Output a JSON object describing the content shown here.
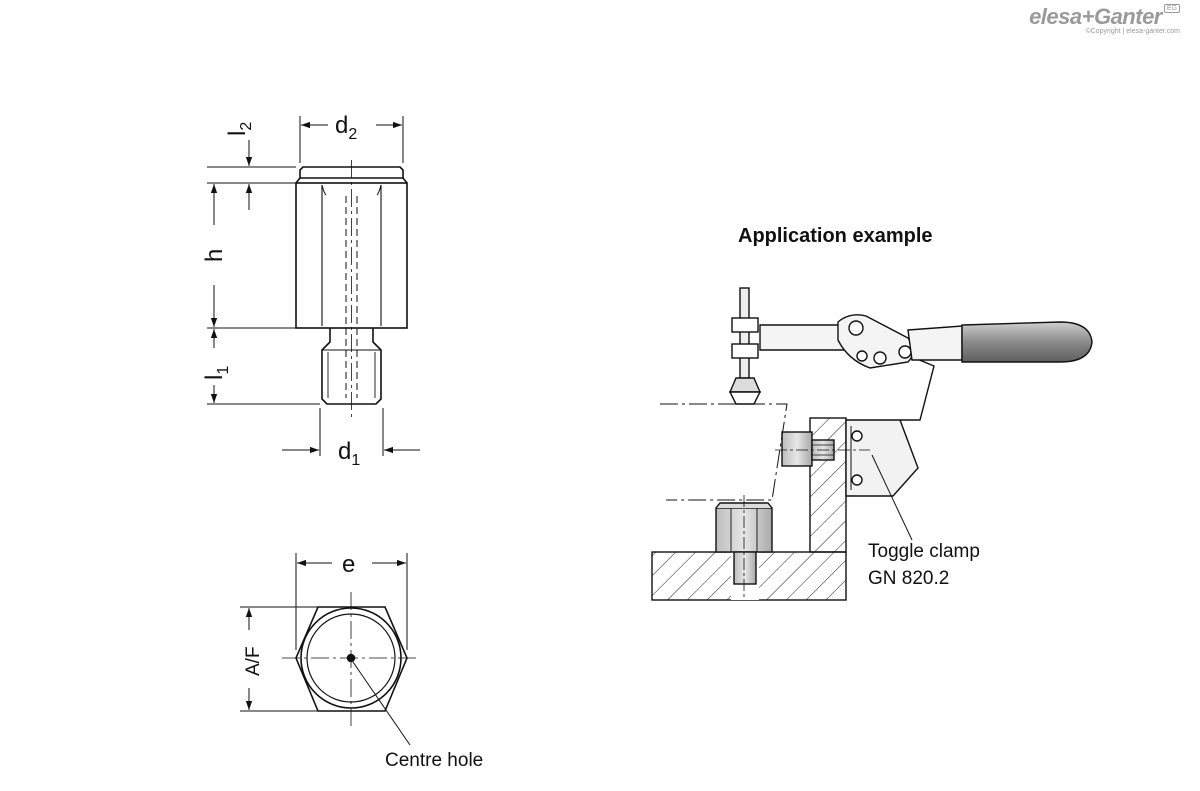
{
  "logo": {
    "brand": "elesa+Ganter",
    "badge": "EG",
    "copyright": "©Copyright | elesa-ganter.com"
  },
  "labels": {
    "d2_main": "d",
    "d2_sub": "2",
    "l2_main": "l",
    "l2_sub": "2",
    "h": "h",
    "l1_main": "l",
    "l1_sub": "1",
    "d1_main": "d",
    "d1_sub": "1",
    "e": "e",
    "af": "A/F",
    "centre_hole": "Centre hole",
    "application_title": "Application example",
    "toggle_line1": "Toggle clamp",
    "toggle_line2": "GN 820.2"
  }
}
